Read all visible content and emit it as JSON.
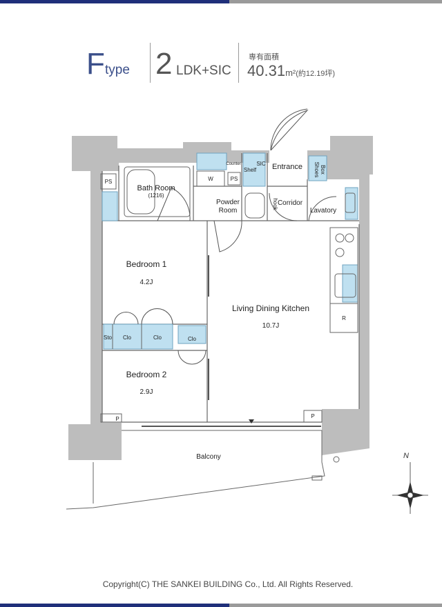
{
  "header": {
    "type_letter": "F",
    "type_word": "type",
    "layout_number": "2",
    "layout_text": "LDK+SIC",
    "area_label": "専有面積",
    "area_value": "40.31",
    "area_unit": "m²",
    "area_tsubo": "(約12.19坪)"
  },
  "rooms": {
    "bath": {
      "name": "Bath Room",
      "size": "(1216)"
    },
    "powder": {
      "name_line1": "Powder",
      "name_line2": "Room"
    },
    "entrance": "Entrance",
    "shoes_box_line1": "Shoes",
    "shoes_box_line2": "Box",
    "corridor": "Corridor",
    "lavatory": "Lavatory",
    "bedroom1": {
      "name": "Bedroom 1",
      "size": "4.2J"
    },
    "bedroom2": {
      "name": "Bedroom 2",
      "size": "2.9J"
    },
    "ldk": {
      "name": "Living Dining Kitchen",
      "size": "10.7J"
    },
    "balcony": "Balcony"
  },
  "labels": {
    "ps": "PS",
    "counter": "Counter",
    "shelf": "Shelf",
    "sic": "SIC",
    "w": "W",
    "hook": "hook",
    "sto": "Sto",
    "clo": "Clo",
    "r": "R",
    "p": "P",
    "north": "N"
  },
  "colors": {
    "wall": "#bdbdbd",
    "storage": "#bfe0f0",
    "accent": "#3b4f8a"
  },
  "footer": {
    "copyright": "Copyright(C) THE SANKEI BUILDING Co., Ltd. All Rights Reserved."
  }
}
